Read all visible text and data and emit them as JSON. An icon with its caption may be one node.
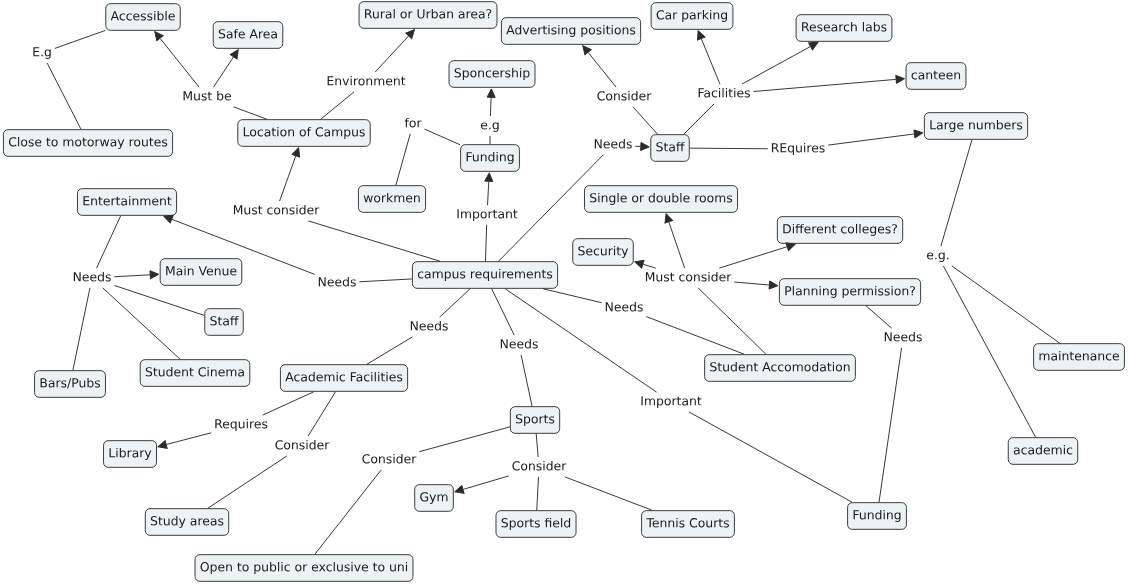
{
  "diagram": {
    "nodes": [
      {
        "text": [
          "Accessible"
        ]
      },
      {
        "text": [
          "Rural or Urban area?"
        ]
      },
      {
        "text": [
          "Advertising positions"
        ]
      },
      {
        "text": [
          "Car parking"
        ]
      },
      {
        "text": [
          "Research labs"
        ]
      },
      {
        "text": [
          "Safe Area"
        ]
      },
      {
        "text": [
          "E.g"
        ]
      },
      {
        "text": [
          "Sponcership"
        ]
      },
      {
        "text": [
          "canteen"
        ]
      },
      {
        "text": [
          "Environment"
        ]
      },
      {
        "text": [
          "Must be"
        ]
      },
      {
        "text": [
          "Consider"
        ]
      },
      {
        "text": [
          "Facilities"
        ]
      },
      {
        "text": [
          "for"
        ]
      },
      {
        "text": [
          "e.g"
        ]
      },
      {
        "text": [
          "Large numbers"
        ]
      },
      {
        "text": [
          "Close to motorway routes"
        ]
      },
      {
        "text": [
          "Location of Campus"
        ]
      },
      {
        "text": [
          "Needs"
        ]
      },
      {
        "text": [
          "Staff"
        ]
      },
      {
        "text": [
          "REquires"
        ]
      },
      {
        "text": [
          "Funding"
        ]
      },
      {
        "text": [
          "workmen"
        ]
      },
      {
        "text": [
          "Entertainment"
        ]
      },
      {
        "text": [
          "Single or double rooms"
        ]
      },
      {
        "text": [
          "Must consider"
        ]
      },
      {
        "text": [
          "Important"
        ]
      },
      {
        "text": [
          "Different colleges?"
        ]
      },
      {
        "text": [
          "Security"
        ]
      },
      {
        "text": [
          "e.g."
        ]
      },
      {
        "text": [
          "Main Venue"
        ]
      },
      {
        "text": [
          "campus requirements"
        ]
      },
      {
        "text": [
          "Needs"
        ]
      },
      {
        "text": [
          "Needs"
        ]
      },
      {
        "text": [
          "Must consider"
        ]
      },
      {
        "text": [
          "Planning permission?"
        ]
      },
      {
        "text": [
          "Needs"
        ]
      },
      {
        "text": [
          "Staff"
        ]
      },
      {
        "text": [
          "Needs"
        ]
      },
      {
        "text": [
          "Needs"
        ]
      },
      {
        "text": [
          "Needs"
        ]
      },
      {
        "text": [
          "maintenance"
        ]
      },
      {
        "text": [
          "Student Accomodation"
        ]
      },
      {
        "text": [
          "Student Cinema"
        ]
      },
      {
        "text": [
          "Academic Facilities"
        ]
      },
      {
        "text": [
          "Bars/Pubs"
        ]
      },
      {
        "text": [
          "Important"
        ]
      },
      {
        "text": [
          "Sports"
        ]
      },
      {
        "text": [
          "Requires"
        ]
      },
      {
        "text": [
          "Consider"
        ]
      },
      {
        "text": [
          "academic"
        ]
      },
      {
        "text": [
          "Library"
        ]
      },
      {
        "text": [
          "Consider"
        ]
      },
      {
        "text": [
          "Consider"
        ]
      },
      {
        "text": [
          "Gym"
        ]
      },
      {
        "text": [
          "Funding"
        ]
      },
      {
        "text": [
          "Study areas"
        ]
      },
      {
        "text": [
          "Sports field"
        ]
      },
      {
        "text": [
          "Tennis Courts"
        ]
      },
      {
        "text": [
          "Open to public or exclusive to uni"
        ]
      }
    ],
    "edges": [
      {
        "from": 17,
        "to": 10,
        "arrow": "none"
      },
      {
        "from": 10,
        "to": 0,
        "arrow": "to"
      },
      {
        "from": 10,
        "to": 5,
        "arrow": "to"
      },
      {
        "from": 0,
        "to": 6,
        "arrow": "none"
      },
      {
        "from": 6,
        "to": 16,
        "arrow": "none"
      },
      {
        "from": 17,
        "to": 9,
        "arrow": "none"
      },
      {
        "from": 9,
        "to": 1,
        "arrow": "to"
      },
      {
        "from": 31,
        "to": 25,
        "arrow": "none"
      },
      {
        "from": 25,
        "to": 17,
        "arrow": "to"
      },
      {
        "from": 21,
        "to": 13,
        "arrow": "none"
      },
      {
        "from": 13,
        "to": 22,
        "arrow": "none"
      },
      {
        "from": 21,
        "to": 14,
        "arrow": "none"
      },
      {
        "from": 14,
        "to": 7,
        "arrow": "to"
      },
      {
        "from": 31,
        "to": 26,
        "arrow": "none"
      },
      {
        "from": 26,
        "to": 21,
        "arrow": "to"
      },
      {
        "from": 31,
        "to": 18,
        "arrow": "none"
      },
      {
        "from": 18,
        "to": 19,
        "arrow": "to"
      },
      {
        "from": 19,
        "to": 11,
        "arrow": "none"
      },
      {
        "from": 11,
        "to": 2,
        "arrow": "to"
      },
      {
        "from": 19,
        "to": 12,
        "arrow": "none"
      },
      {
        "from": 12,
        "to": 3,
        "arrow": "to"
      },
      {
        "from": 12,
        "to": 4,
        "arrow": "to"
      },
      {
        "from": 12,
        "to": 8,
        "arrow": "to"
      },
      {
        "from": 19,
        "to": 20,
        "arrow": "none"
      },
      {
        "from": 20,
        "to": 15,
        "arrow": "to"
      },
      {
        "from": 15,
        "to": 29,
        "arrow": "none"
      },
      {
        "from": 29,
        "to": 41,
        "arrow": "none"
      },
      {
        "from": 29,
        "to": 50,
        "arrow": "none"
      },
      {
        "from": 31,
        "to": 33,
        "arrow": "none"
      },
      {
        "from": 33,
        "to": 23,
        "arrow": "to"
      },
      {
        "from": 23,
        "to": 32,
        "arrow": "none"
      },
      {
        "from": 32,
        "to": 30,
        "arrow": "to"
      },
      {
        "from": 32,
        "to": 37,
        "arrow": "none"
      },
      {
        "from": 32,
        "to": 43,
        "arrow": "none"
      },
      {
        "from": 32,
        "to": 45,
        "arrow": "none"
      },
      {
        "from": 31,
        "to": 38,
        "arrow": "none"
      },
      {
        "from": 38,
        "to": 44,
        "arrow": "none"
      },
      {
        "from": 31,
        "to": 40,
        "arrow": "none"
      },
      {
        "from": 40,
        "to": 47,
        "arrow": "none"
      },
      {
        "from": 31,
        "to": 46,
        "arrow": "none"
      },
      {
        "from": 46,
        "to": 55,
        "arrow": "none"
      },
      {
        "from": 31,
        "to": 36,
        "arrow": "none"
      },
      {
        "from": 36,
        "to": 42,
        "arrow": "none"
      },
      {
        "from": 42,
        "to": 34,
        "arrow": "none"
      },
      {
        "from": 34,
        "to": 24,
        "arrow": "to"
      },
      {
        "from": 34,
        "to": 28,
        "arrow": "to"
      },
      {
        "from": 34,
        "to": 27,
        "arrow": "to"
      },
      {
        "from": 34,
        "to": 35,
        "arrow": "to"
      },
      {
        "from": 35,
        "to": 39,
        "arrow": "none"
      },
      {
        "from": 39,
        "to": 55,
        "arrow": "none"
      },
      {
        "from": 44,
        "to": 48,
        "arrow": "none"
      },
      {
        "from": 48,
        "to": 51,
        "arrow": "to"
      },
      {
        "from": 44,
        "to": 49,
        "arrow": "none"
      },
      {
        "from": 49,
        "to": 56,
        "arrow": "none"
      },
      {
        "from": 47,
        "to": 52,
        "arrow": "none"
      },
      {
        "from": 52,
        "to": 59,
        "arrow": "none"
      },
      {
        "from": 47,
        "to": 53,
        "arrow": "none"
      },
      {
        "from": 53,
        "to": 54,
        "arrow": "to"
      },
      {
        "from": 53,
        "to": 57,
        "arrow": "none"
      },
      {
        "from": 53,
        "to": 58,
        "arrow": "none"
      }
    ]
  }
}
